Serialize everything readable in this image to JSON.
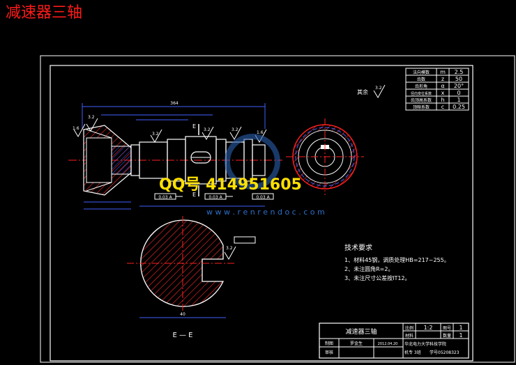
{
  "page_title": "减速器三轴",
  "params_table": [
    [
      "法向模数",
      "m",
      "2.5"
    ],
    [
      "齿数",
      "z",
      "50"
    ],
    [
      "齿形角",
      "α",
      "20°"
    ],
    [
      "径向变位系数",
      "x",
      "0"
    ],
    [
      "齿顶高系数",
      "h",
      "1"
    ],
    [
      "顶隙系数",
      "c",
      "0.25"
    ]
  ],
  "rest_roughness_label": "其余",
  "rest_roughness_value": "3.2",
  "dims": {
    "overall_length": "364",
    "r1": "3.2",
    "r2": "3.2",
    "r3": "3.2",
    "r4": "3.2",
    "r5": "1.6",
    "r6": "1.6",
    "r7": "3.2",
    "tol1": "0.03 A",
    "tol2": "0.03 A",
    "tol3": "0.03 A",
    "section_dim": "40"
  },
  "section_letter": "E",
  "section_view_label": "E — E",
  "watermark_qq": "QQ号 414951605",
  "watermark_site": "w w w . r e n r e n d o c . c o m",
  "requirements": {
    "heading": "技术要求",
    "items": [
      "1、材料45钢，调质处理HB=217~255。",
      "2、未注圆角R=2。",
      "3、未注尺寸公差按IT12。"
    ]
  },
  "title_block": {
    "drawing_name": "减速器三轴",
    "scale_label": "比例",
    "scale_value": "1:2",
    "no_label": "图号",
    "no_value": "1",
    "material_label": "材料",
    "qty_label": "数量",
    "qty_value": "1",
    "school": "华北电力大学科技学院",
    "class_info": "机专 3班",
    "student_id": "学号05208323",
    "designer_label": "制图",
    "designer": "罗金生",
    "reviewer_label": "审核",
    "date": "2012.04.20"
  },
  "colors": {
    "line": "#ffffff",
    "dim": "#3f5fff",
    "accent": "#ff2020",
    "section": "#ff2a2a",
    "yellow": "#ffe000"
  }
}
